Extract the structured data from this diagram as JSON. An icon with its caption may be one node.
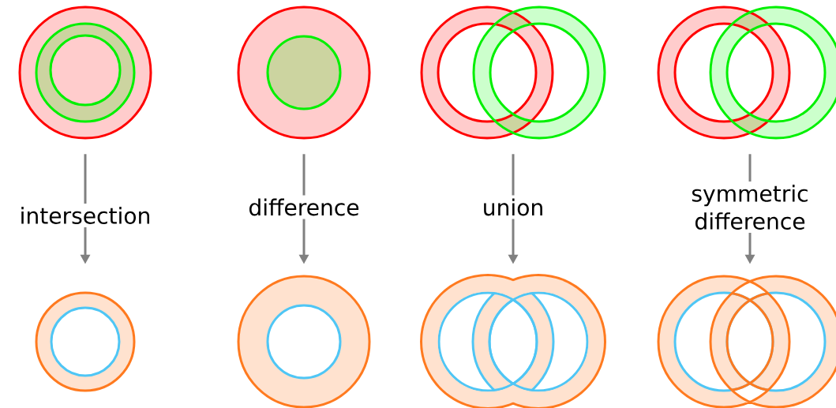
{
  "diagram": {
    "nodes": [
      {
        "text": [],
        "shape": "picture"
      },
      {
        "text": [],
        "shape": "picture"
      },
      {
        "text": [],
        "shape": "picture"
      },
      {
        "text": [],
        "shape": "picture"
      },
      {
        "text": [],
        "shape": "picture"
      },
      {
        "text": [],
        "shape": "picture"
      },
      {
        "text": [],
        "shape": "picture"
      },
      {
        "text": [],
        "shape": "picture"
      }
    ],
    "edges": [
      {
        "from": 0,
        "to": 4,
        "arrow": "to",
        "label": "intersection"
      },
      {
        "from": 1,
        "to": 5,
        "arrow": "to",
        "label": "difference"
      },
      {
        "from": 2,
        "to": 6,
        "arrow": "to",
        "label": "union"
      },
      {
        "from": 3,
        "to": 7,
        "arrow": "to",
        "label": "symmetric difference"
      }
    ]
  }
}
